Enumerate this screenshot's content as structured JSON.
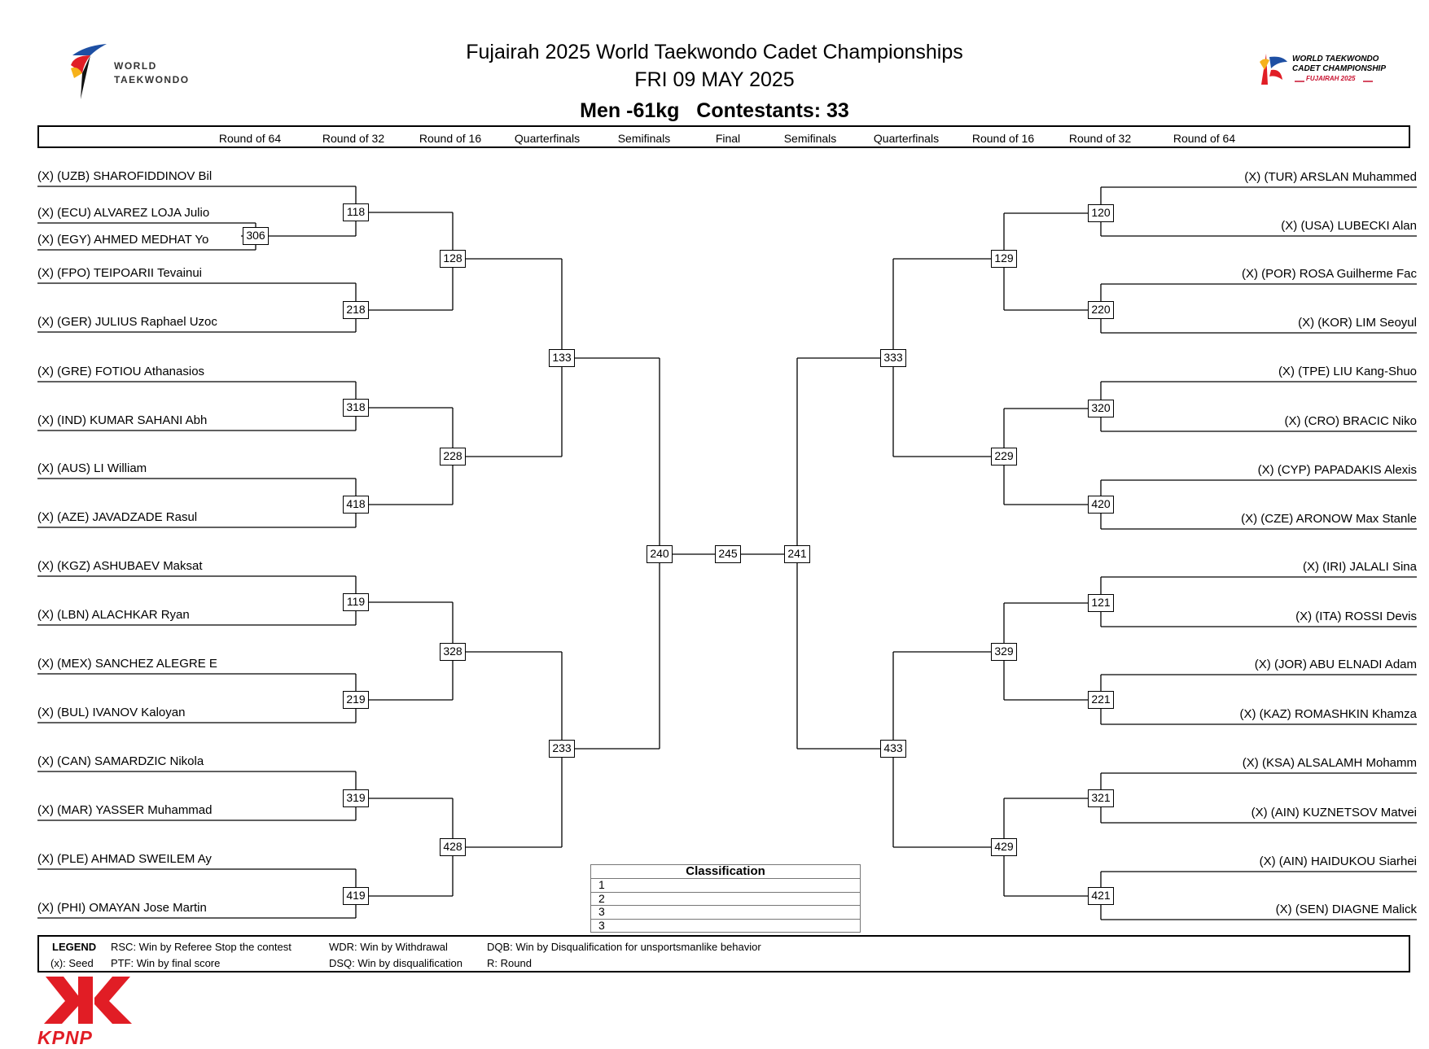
{
  "header": {
    "title_line1": "Fujairah 2025 World Taekwondo Cadet Championships",
    "title_line2": "FRI 09 MAY 2025",
    "category_line": "Men -61kg   Contestants: 33"
  },
  "logos": {
    "wt_line1": "WORLD",
    "wt_line2": "TAEKWONDO",
    "cadet_line1": "WORLD TAEKWONDO",
    "cadet_line2": "CADET CHAMPIONSHIP",
    "cadet_line3": "FUJAIRAH 2025",
    "sponsor": "KPNP"
  },
  "colors": {
    "wt_red": "#e11d25",
    "wt_blue": "#1e4fa3",
    "wt_yellow": "#f6b21b",
    "sponsor_red": "#e11d25"
  },
  "rounds": [
    "Round of 64",
    "Round of 32",
    "Round of 16",
    "Quarterfinals",
    "Semifinals",
    "Final",
    "Semifinals",
    "Quarterfinals",
    "Round of 16",
    "Round of 32",
    "Round of 64"
  ],
  "left_athletes": [
    "(X) (UZB) SHAROFIDDINOV Bil",
    "(X) (ECU) ALVAREZ LOJA Julio",
    "(X) (EGY) AHMED MEDHAT Yo",
    "(X) (FPO) TEIPOARII Tevainui",
    "(X) (GER) JULIUS Raphael Uzoc",
    "(X) (GRE) FOTIOU Athanasios",
    "(X) (IND) KUMAR SAHANI Abh",
    "(X) (AUS) LI William",
    "(X) (AZE) JAVADZADE Rasul",
    "(X) (KGZ) ASHUBAEV Maksat",
    "(X) (LBN) ALACHKAR Ryan",
    "(X) (MEX) SANCHEZ ALEGRE E",
    "(X) (BUL) IVANOV Kaloyan",
    "(X) (CAN) SAMARDZIC Nikola",
    "(X) (MAR) YASSER Muhammad",
    "(X) (PLE) AHMAD SWEILEM Ay",
    "(X) (PHI) OMAYAN Jose Martin"
  ],
  "right_athletes": [
    "(X) (TUR) ARSLAN Muhammed",
    "(X) (USA) LUBECKI Alan",
    "(X) (POR) ROSA Guilherme Fac",
    "(X) (KOR) LIM Seoyul",
    "(X) (TPE) LIU Kang-Shuo",
    "(X) (CRO) BRACIC Niko",
    "(X) (CYP) PAPADAKIS Alexis",
    "(X) (CZE) ARONOW Max Stanle",
    "(X) (IRI) JALALI Sina",
    "(X) (ITA) ROSSI Devis",
    "(X) (JOR) ABU ELNADI Adam",
    "(X) (KAZ) ROMASHKIN Khamza",
    "(X) (KSA) ALSALAMH Mohamm",
    "(X) (AIN) KUZNETSOV Matvei",
    "(X) (AIN) HAIDUKOU Siarhei",
    "(X) (SEN) DIAGNE Malick"
  ],
  "bouts": {
    "left_r64": [
      "306"
    ],
    "left_r32": [
      "118",
      "218",
      "318",
      "418",
      "119",
      "219",
      "319",
      "419"
    ],
    "left_r16": [
      "128",
      "228",
      "328",
      "428"
    ],
    "left_qf": [
      "133",
      "233"
    ],
    "left_sf": [
      "240"
    ],
    "final": [
      "245"
    ],
    "right_sf": [
      "241"
    ],
    "right_qf": [
      "333",
      "433"
    ],
    "right_r16": [
      "129",
      "229",
      "329",
      "429"
    ],
    "right_r32": [
      "120",
      "220",
      "320",
      "420",
      "121",
      "221",
      "321",
      "421"
    ]
  },
  "classification": {
    "title": "Classification",
    "places": [
      "1",
      "2",
      "3",
      "3"
    ]
  },
  "legend": {
    "title": "LEGEND",
    "rsc": "RSC: Win by Referee Stop the contest",
    "wdr": "WDR: Win by Withdrawal",
    "dqb": "DQB: Win by Disqualification for unsportsmanlike behavior",
    "seed": "(x): Seed",
    "ptf": "PTF: Win by final score",
    "dsq": "DSQ: Win by disqualification",
    "round": "R: Round"
  }
}
